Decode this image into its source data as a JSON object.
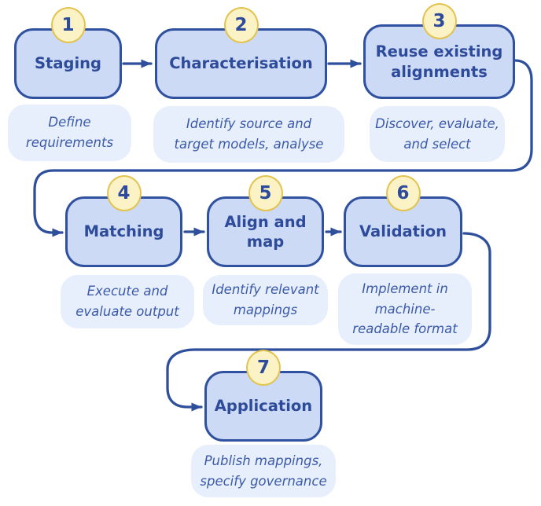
{
  "diagram": {
    "type": "flowchart",
    "steps": [
      {
        "number": "1",
        "title": "Staging",
        "description": "Define\nrequirements"
      },
      {
        "number": "2",
        "title": "Characterisation",
        "description": "Identify source and\ntarget models, analyse"
      },
      {
        "number": "3",
        "title": "Reuse existing\nalignments",
        "description": "Discover, evaluate,\nand select"
      },
      {
        "number": "4",
        "title": "Matching",
        "description": "Execute and\nevaluate output"
      },
      {
        "number": "5",
        "title": "Align and\nmap",
        "description": "Identify relevant\nmappings"
      },
      {
        "number": "6",
        "title": "Validation",
        "description": "Implement in\nmachine-\nreadable format"
      },
      {
        "number": "7",
        "title": "Application",
        "description": "Publish mappings,\nspecify governance"
      }
    ],
    "colors": {
      "background": "#ffffff",
      "box_fill": "#ccdaf5",
      "box_border": "#2f519f",
      "title_text": "#2d4b9a",
      "description_fill": "#e8effc",
      "description_text": "#3a5aa9",
      "badge_fill": "#fbf3c5",
      "badge_border": "#e3c34f",
      "arrow": "#2e4f9c"
    }
  }
}
